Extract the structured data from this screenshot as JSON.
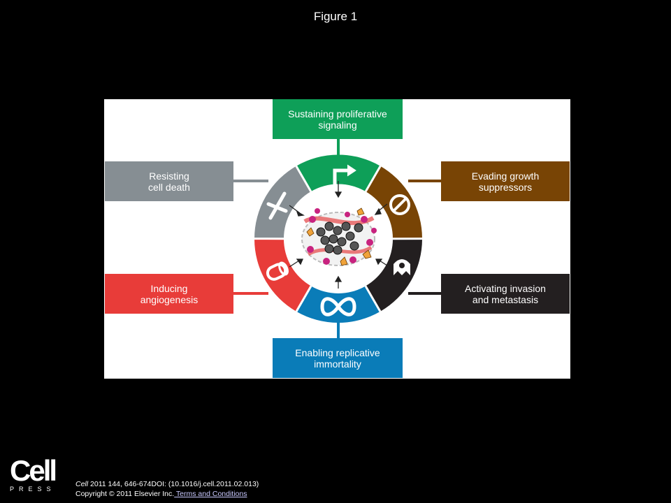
{
  "title": "Figure 1",
  "hallmarks": [
    {
      "id": "proliferative",
      "label": "Sustaining proliferative\nsignaling",
      "color": "#0e9f58"
    },
    {
      "id": "growth-suppressors",
      "label": "Evading growth\nsuppressors",
      "color": "#784405"
    },
    {
      "id": "invasion",
      "label": "Activating invasion\nand metastasis",
      "color": "#231f20"
    },
    {
      "id": "immortality",
      "label": "Enabling replicative\nimmortality",
      "color": "#0a7cb8"
    },
    {
      "id": "angiogenesis",
      "label": "Inducing\nangiogenesis",
      "color": "#e83c39"
    },
    {
      "id": "cell-death",
      "label": "Resisting\ncell death",
      "color": "#868e93"
    }
  ],
  "footer": {
    "logo_main": "Cell",
    "logo_sub": "PRESS",
    "journal": "Cell",
    "citation": " 2011 144, 646-674DOI: (10.1016/j.cell.2011.02.013)",
    "copyright": "Copyright © 2011 Elsevier Inc.",
    "terms_link": " Terms and Conditions"
  }
}
